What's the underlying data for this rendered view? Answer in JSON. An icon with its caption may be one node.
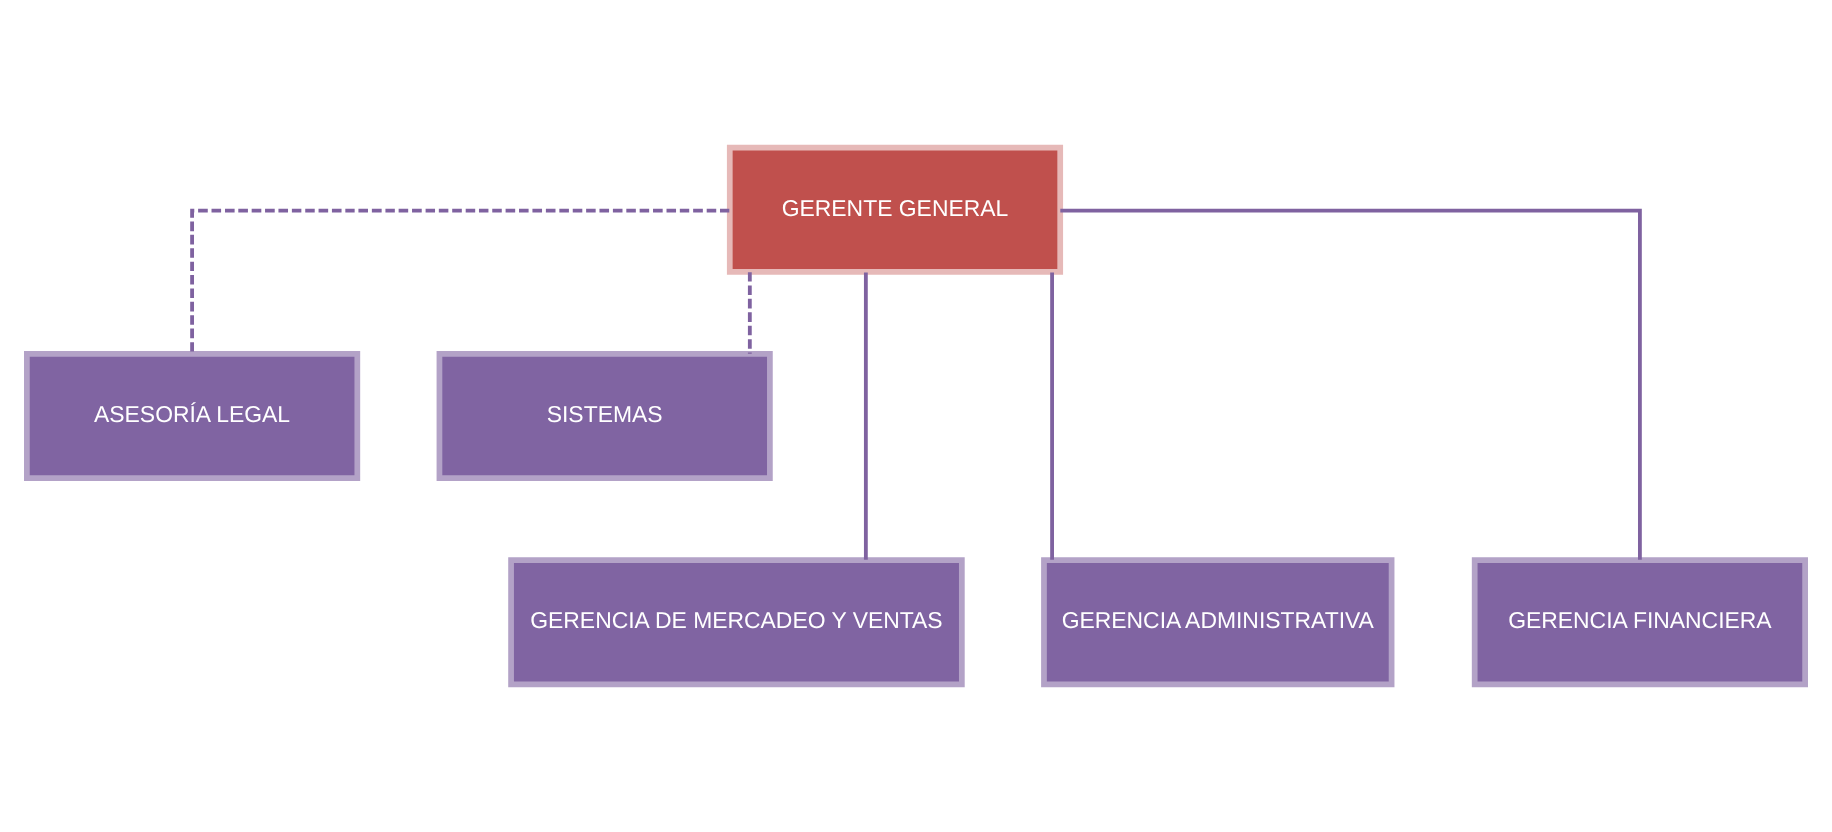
{
  "diagram": {
    "nodes": [
      {
        "text": [
          "GERENTE GENERAL"
        ]
      },
      {
        "text": [
          "ASESORÍA LEGAL"
        ]
      },
      {
        "text": [
          "SISTEMAS"
        ]
      },
      {
        "text": [
          "GERENCIA DE MERCADEO Y VENTAS"
        ]
      },
      {
        "text": [
          "GERENCIA ADMINISTRATIVA"
        ]
      },
      {
        "text": [
          "GERENCIA FINANCIERA"
        ]
      }
    ],
    "edges": [
      {
        "from": 0,
        "to": 1,
        "arrow": "none",
        "style": "dashed"
      },
      {
        "from": 0,
        "to": 2,
        "arrow": "none",
        "style": "dashed"
      },
      {
        "from": 0,
        "to": 3,
        "arrow": "none"
      },
      {
        "from": 0,
        "to": 4,
        "arrow": "none"
      },
      {
        "from": 0,
        "to": 5,
        "arrow": "none"
      }
    ]
  }
}
